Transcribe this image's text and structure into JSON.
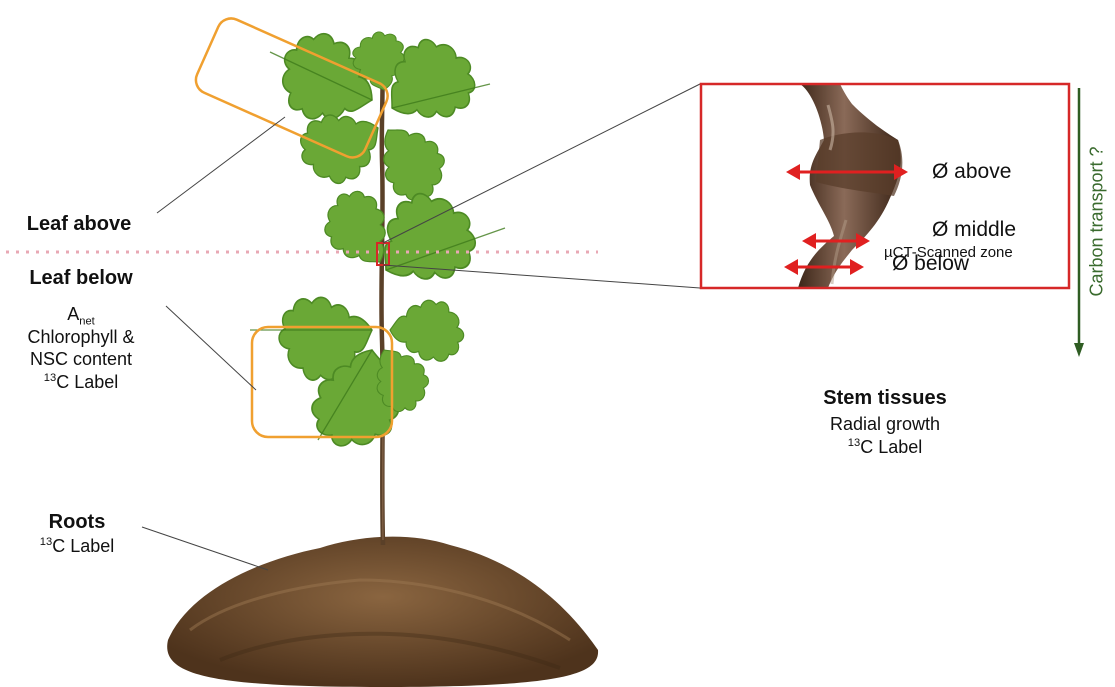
{
  "labels": {
    "leaf_above": "Leaf above",
    "leaf_below": "Leaf below",
    "leaf_below_anet_base": "A",
    "leaf_below_anet_sub": "net",
    "leaf_below_chlorophyll": "Chlorophyll &",
    "leaf_below_nsc": "NSC content",
    "leaf_below_label_sup": "13",
    "leaf_below_label_text": "C Label",
    "roots": "Roots",
    "roots_label_sup": "13",
    "roots_label_text": "C Label",
    "stem_tissues": "Stem tissues",
    "stem_radial_growth": "Radial growth",
    "stem_label_sup": "13",
    "stem_label_text": "C Label"
  },
  "inset": {
    "diameter_above": "Ø above",
    "diameter_middle": "Ø middle",
    "scanned_zone": "µCT-Scanned zone",
    "diameter_below": "Ø below"
  },
  "carbon_transport": "Carbon transport ?",
  "colors": {
    "highlight_box": "#f0a030",
    "inset_border": "#d62828",
    "arrow_red": "#e02020",
    "transport_arrow": "#2f5d23",
    "dotted_line": "#e8a8b4",
    "leaf": "#6aa836",
    "soil": "#6b4a2e"
  }
}
